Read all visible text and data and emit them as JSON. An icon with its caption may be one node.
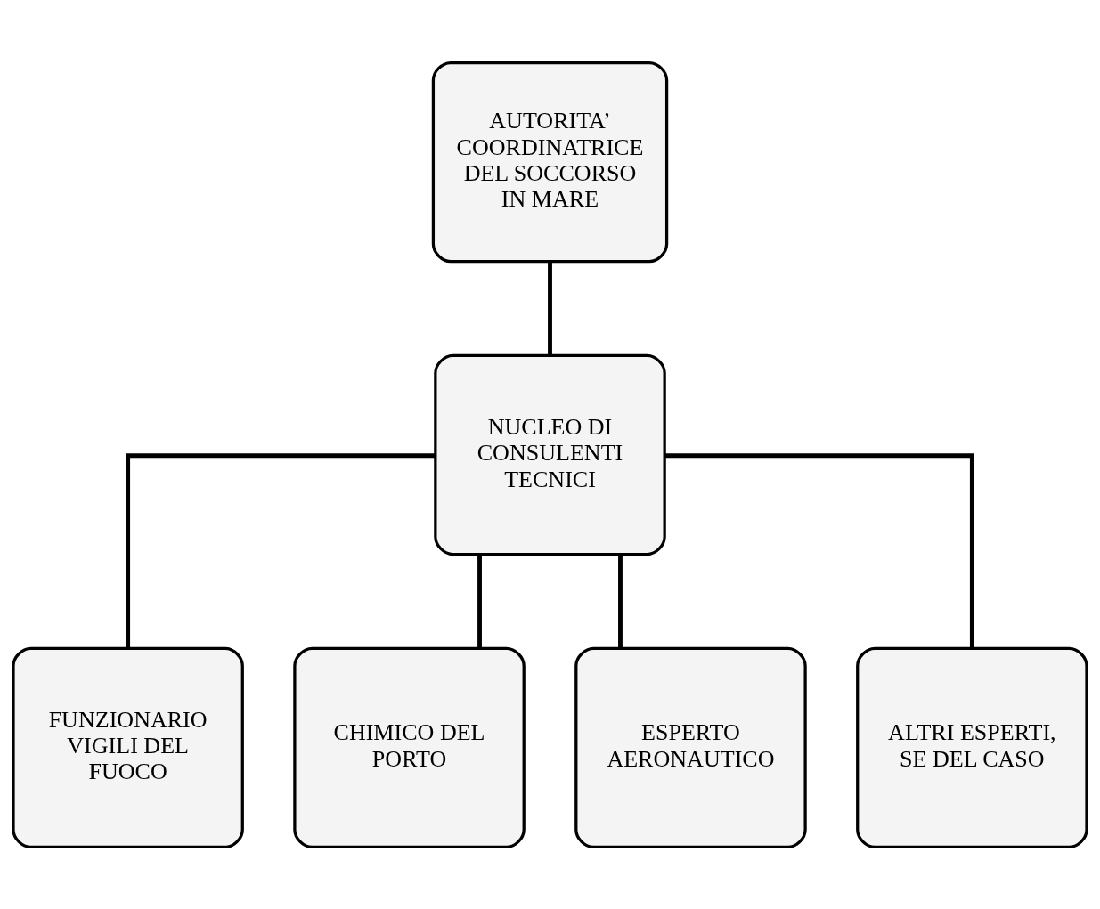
{
  "diagram": {
    "nodes": [
      {
        "text": [
          "AUTORITA’ COORDINATRICE DEL SOCCORSO IN MARE"
        ]
      },
      {
        "text": [
          "NUCLEO DI CONSULENTI TECNICI"
        ]
      },
      {
        "text": [
          "FUNZIONARIO VIGILI DEL FUOCO"
        ]
      },
      {
        "text": [
          "CHIMICO DEL PORTO"
        ]
      },
      {
        "text": [
          "ESPERTO AERONAUTICO"
        ]
      },
      {
        "text": [
          "ALTRI ESPERTI, SE DEL CASO"
        ]
      }
    ],
    "edges": [
      {
        "from": 0,
        "to": 1,
        "arrow": "none"
      },
      {
        "from": 1,
        "to": 2,
        "arrow": "none"
      },
      {
        "from": 1,
        "to": 3,
        "arrow": "none"
      },
      {
        "from": 1,
        "to": 4,
        "arrow": "none"
      },
      {
        "from": 1,
        "to": 5,
        "arrow": "none"
      }
    ]
  }
}
